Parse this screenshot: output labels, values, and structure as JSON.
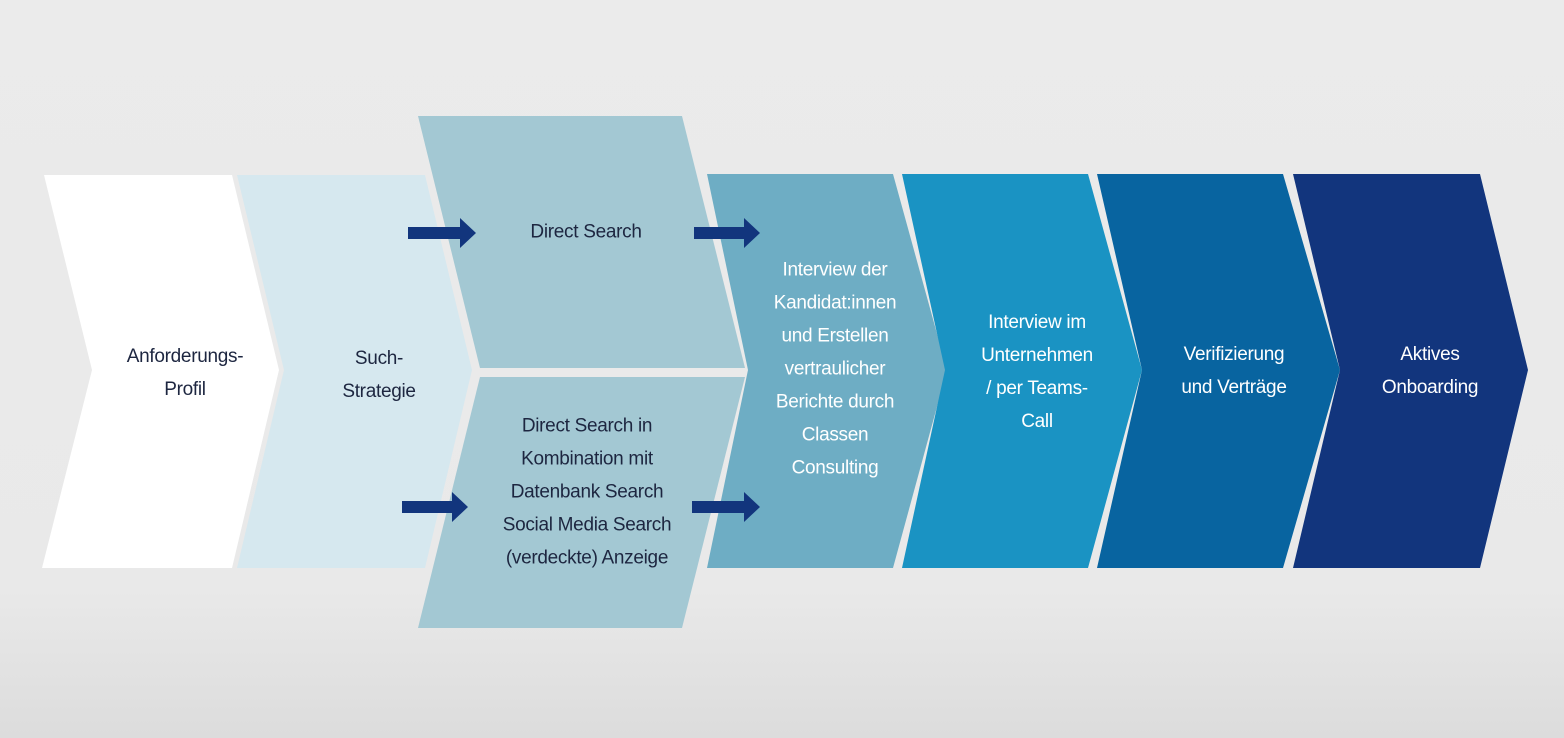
{
  "colors": {
    "step1": "#ffffff",
    "step2": "#d6e8ef",
    "direct_search": "#a3c8d3",
    "step4": "#6eadc4",
    "step5": "#1a93c3",
    "step6": "#0864a0",
    "step7": "#12357d",
    "arrow": "#12357d"
  },
  "steps": [
    {
      "lines": [
        "Anforderungs-",
        "Profil"
      ]
    },
    {
      "lines": [
        "Such-",
        "Strategie"
      ]
    },
    {
      "lines": [
        "Direct Search"
      ]
    },
    {
      "lines": [
        "Direct Search in",
        "Kombination mit",
        "Datenbank Search",
        "Social Media Search",
        "(verdeckte) Anzeige"
      ]
    },
    {
      "lines": [
        "Interview der",
        "Kandidat:innen",
        "und Erstellen",
        "vertraulicher",
        "Berichte durch",
        "Classen",
        "Consulting"
      ]
    },
    {
      "lines": [
        "Interview im",
        "Unternehmen",
        "/ per Teams-",
        "Call"
      ]
    },
    {
      "lines": [
        "Verifizierung",
        "und Verträge"
      ]
    },
    {
      "lines": [
        "Aktives",
        "Onboarding"
      ]
    }
  ]
}
